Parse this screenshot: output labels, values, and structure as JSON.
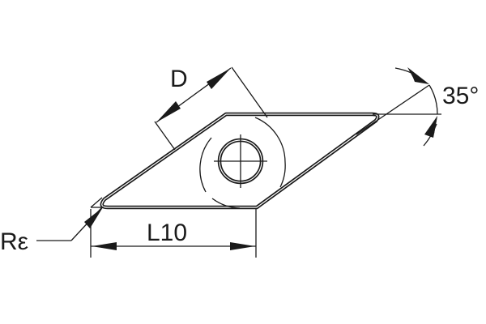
{
  "diagram": {
    "type": "cutting-insert-dimension-drawing",
    "shape": "rhombic insert (V-type), 35 degree",
    "labels": {
      "diameter": "D",
      "angle": "35°",
      "edge_length": "L10",
      "corner_radius": "Rε"
    },
    "colors": {
      "line": "#1a1a1a",
      "background": "#ffffff"
    }
  }
}
